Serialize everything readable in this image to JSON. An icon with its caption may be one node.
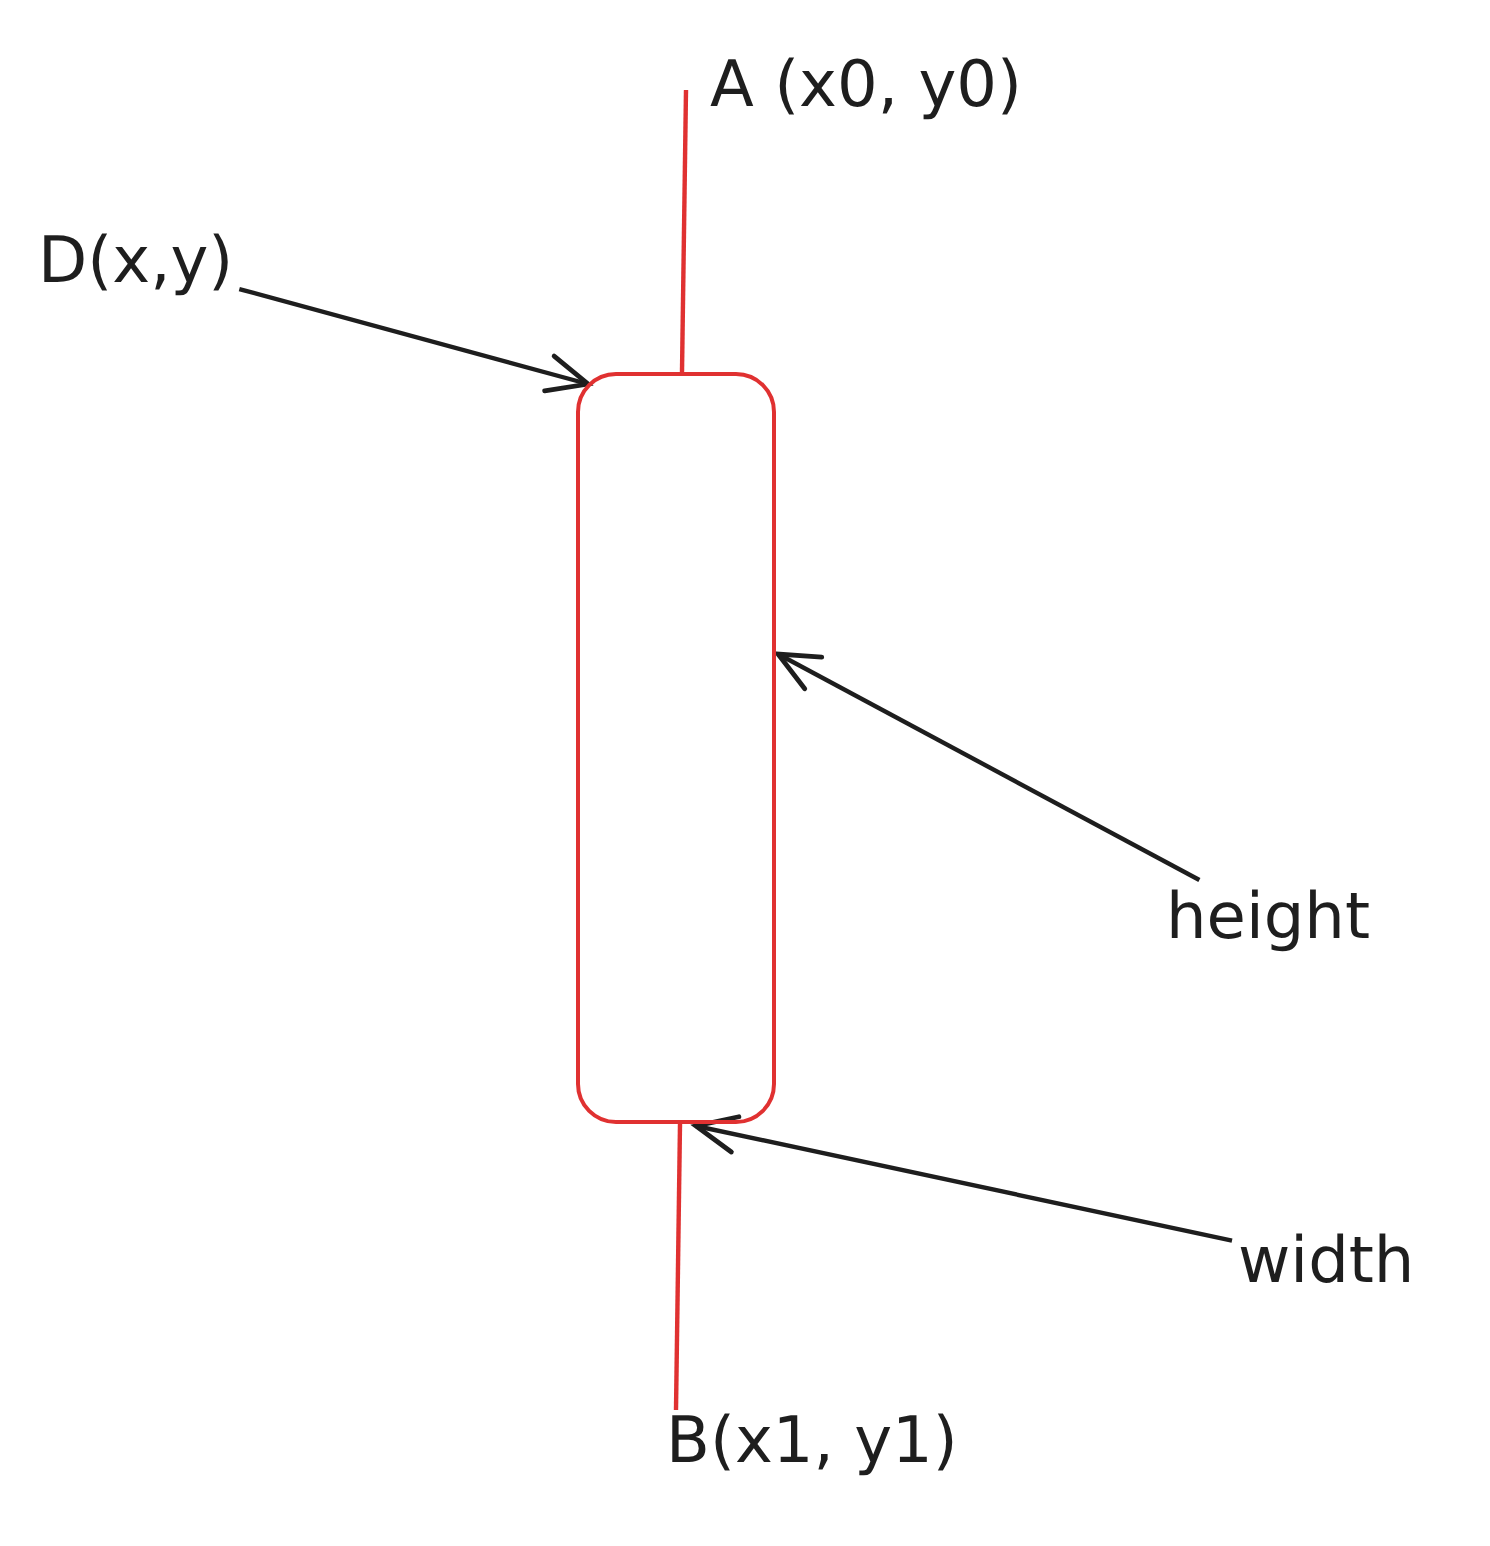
{
  "diagram": {
    "nodes": [
      {
        "text": [],
        "shape": "box"
      },
      {
        "text": [
          "D(x,y)"
        ]
      },
      {
        "text": [
          "height"
        ]
      },
      {
        "text": [
          "width"
        ]
      }
    ],
    "edges": [
      {
        "from": 1,
        "to": 0,
        "arrow": "to"
      },
      {
        "from": 2,
        "to": 0,
        "arrow": "to"
      },
      {
        "from": 3,
        "to": 0,
        "arrow": "to"
      }
    ],
    "labels": [
      "A (x0, y0)",
      "B(x1, y1)"
    ]
  }
}
